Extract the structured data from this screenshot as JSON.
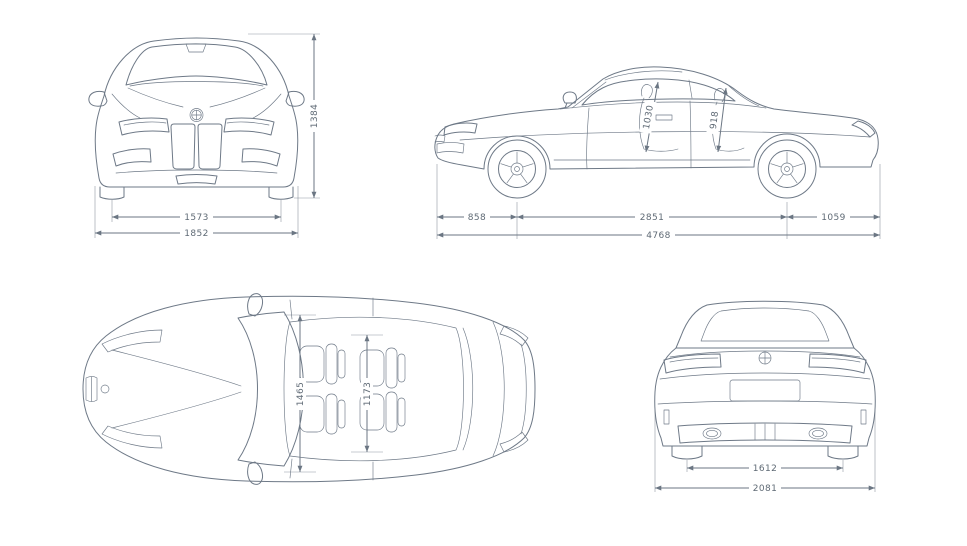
{
  "page": {
    "background": "#ffffff",
    "colors": {
      "bg": "#ffffff",
      "line": "#6e7987",
      "dim": "#6b7683",
      "label": "#5f6a75",
      "mesh": "#8a929c"
    }
  },
  "views": {
    "front": {
      "dimensions": {
        "overall_height": "1384",
        "front_track": "1573",
        "overall_width": "1852"
      }
    },
    "side": {
      "dimensions": {
        "front_headroom": "1030",
        "rear_headroom": "918",
        "front_overhang": "858",
        "wheelbase": "2851",
        "rear_overhang": "1059",
        "overall_length": "4768"
      }
    },
    "top": {
      "dimensions": {
        "width_front": "1465",
        "width_rear": "1173"
      }
    },
    "rear": {
      "dimensions": {
        "rear_track": "1612",
        "overall_width_with_mirrors": "2081"
      }
    }
  }
}
